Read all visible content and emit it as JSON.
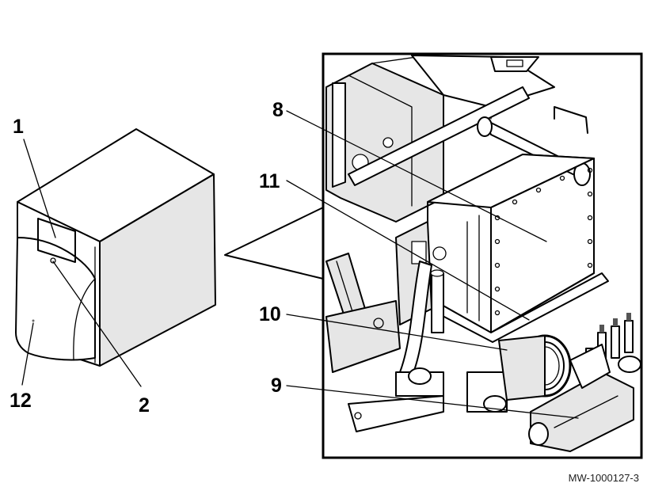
{
  "callouts": {
    "c1": "1",
    "c2": "2",
    "c12": "12",
    "c8": "8",
    "c11": "11",
    "c10": "10",
    "c9": "9"
  },
  "reference_code": "MW-1000127-3"
}
